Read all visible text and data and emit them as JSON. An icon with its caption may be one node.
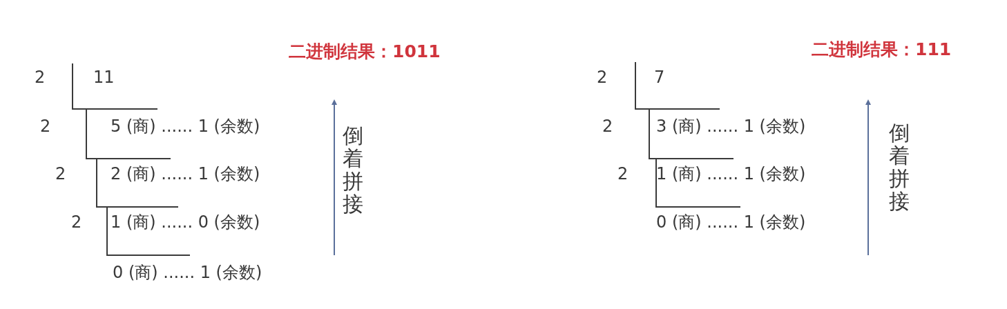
{
  "diagram": {
    "labels": [
      "二进制结果：1011",
      "2",
      "11",
      "2",
      "5 (商) ...... 1 (余数)",
      "2",
      "2 (商) ...... 1 (余数)",
      "2",
      "1 (商) ...... 0 (余数)",
      "0 (商) ...... 1 (余数)",
      "倒着拼接",
      "二进制结果：111",
      "2",
      "7",
      "2",
      "3 (商) ...... 1 (余数)",
      "2",
      "1 (商) ...... 1 (余数)",
      "0 (商) ...... 1 (余数)",
      "倒着拼接"
    ]
  }
}
